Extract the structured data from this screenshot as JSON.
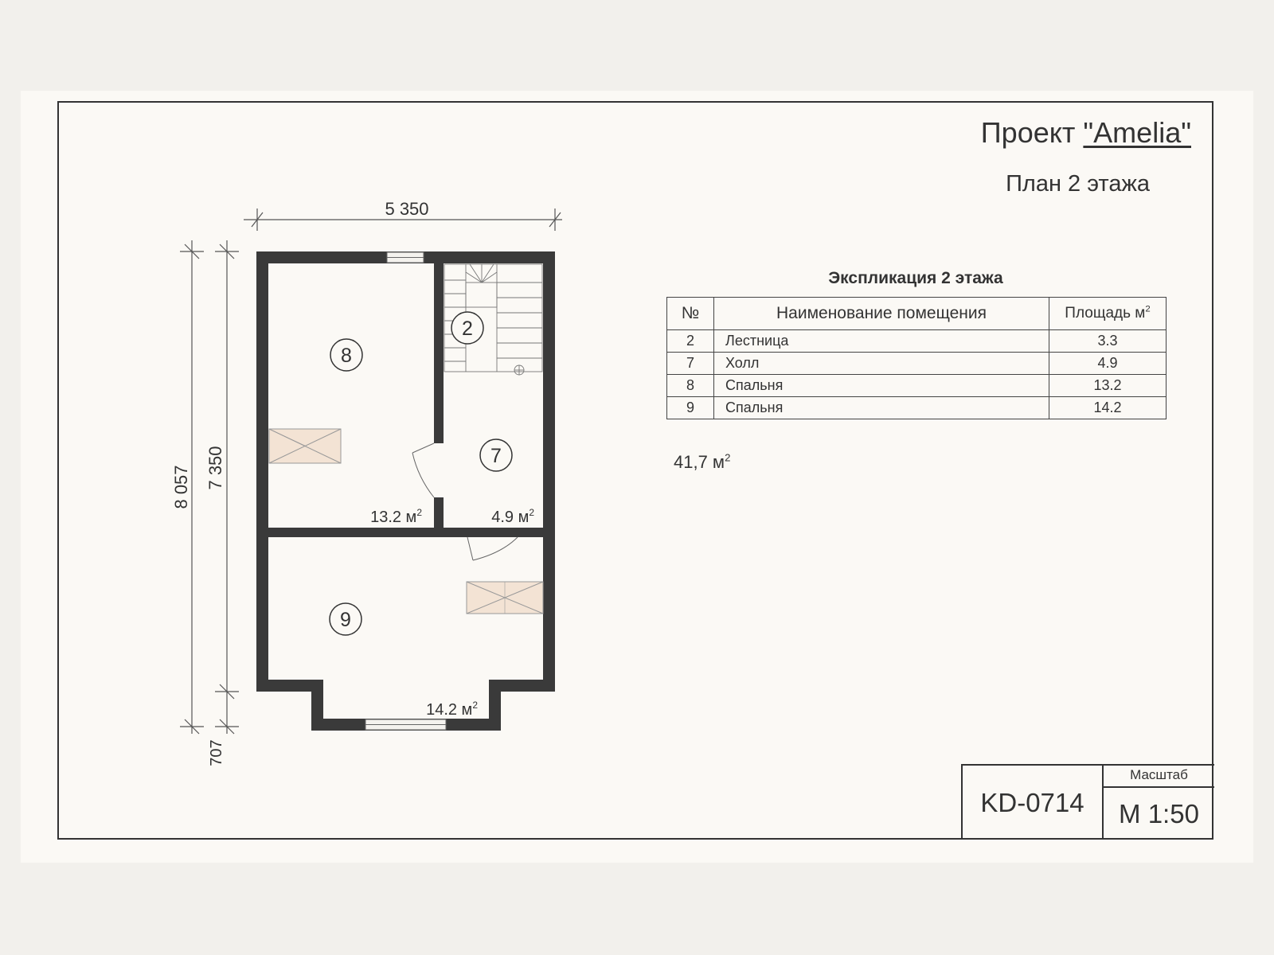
{
  "header": {
    "project_prefix": "Проект ",
    "project_name": "\"Amelia\"",
    "plan_title": "План 2 этажа"
  },
  "explication": {
    "title": "Экспликация 2 этажа",
    "columns": {
      "num": "№",
      "name": "Наименование помещения",
      "area": "Площадь м",
      "area_sup": "2"
    },
    "rows": [
      {
        "num": "2",
        "name": "Лестница",
        "area": "3.3"
      },
      {
        "num": "7",
        "name": "Холл",
        "area": "4.9"
      },
      {
        "num": "8",
        "name": "Спальня",
        "area": "13.2"
      },
      {
        "num": "9",
        "name": "Спальня",
        "area": "14.2"
      }
    ],
    "total": "41,7 м",
    "total_sup": "2"
  },
  "plan": {
    "dimensions": {
      "width": "5 350",
      "height_total": "8 057",
      "height_main": "7 350",
      "bay": "707"
    },
    "rooms": [
      {
        "num": "8",
        "area": "13.2 м",
        "sup": "2"
      },
      {
        "num": "2"
      },
      {
        "num": "7",
        "area": "4.9 м",
        "sup": "2"
      },
      {
        "num": "9",
        "area": "14.2 м",
        "sup": "2"
      }
    ]
  },
  "stamp": {
    "code": "KD-0714",
    "scale_label": "Масштаб",
    "scale_value": "М 1:50"
  }
}
